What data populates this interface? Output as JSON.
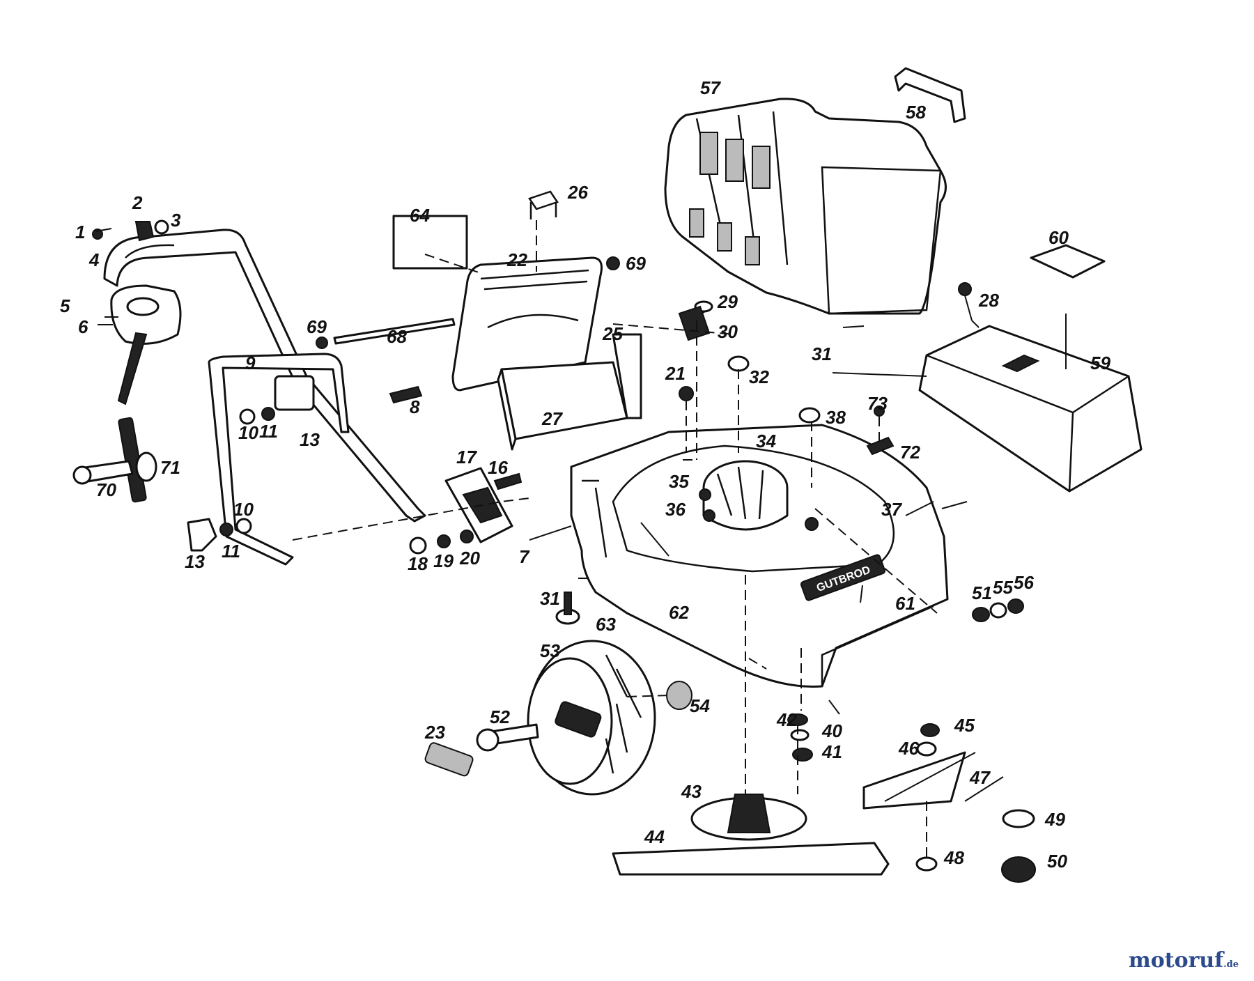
{
  "parts": [
    {
      "id": "1",
      "label": "1"
    },
    {
      "id": "2",
      "label": "2"
    },
    {
      "id": "3",
      "label": "3"
    },
    {
      "id": "4",
      "label": "4"
    },
    {
      "id": "5",
      "label": "5"
    },
    {
      "id": "6",
      "label": "6"
    },
    {
      "id": "7",
      "label": "7"
    },
    {
      "id": "8",
      "label": "8"
    },
    {
      "id": "9",
      "label": "9"
    },
    {
      "id": "10a",
      "label": "10"
    },
    {
      "id": "10b",
      "label": "10"
    },
    {
      "id": "11a",
      "label": "11"
    },
    {
      "id": "11b",
      "label": "11"
    },
    {
      "id": "13a",
      "label": "13"
    },
    {
      "id": "13b",
      "label": "13"
    },
    {
      "id": "16",
      "label": "16"
    },
    {
      "id": "17",
      "label": "17"
    },
    {
      "id": "18",
      "label": "18"
    },
    {
      "id": "19",
      "label": "19"
    },
    {
      "id": "20",
      "label": "20"
    },
    {
      "id": "21",
      "label": "21"
    },
    {
      "id": "22",
      "label": "22"
    },
    {
      "id": "23",
      "label": "23"
    },
    {
      "id": "25",
      "label": "25"
    },
    {
      "id": "26",
      "label": "26"
    },
    {
      "id": "27",
      "label": "27"
    },
    {
      "id": "28",
      "label": "28"
    },
    {
      "id": "29",
      "label": "29"
    },
    {
      "id": "30",
      "label": "30"
    },
    {
      "id": "31a",
      "label": "31"
    },
    {
      "id": "31b",
      "label": "31"
    },
    {
      "id": "32",
      "label": "32"
    },
    {
      "id": "34",
      "label": "34"
    },
    {
      "id": "35",
      "label": "35"
    },
    {
      "id": "36",
      "label": "36"
    },
    {
      "id": "37",
      "label": "37"
    },
    {
      "id": "38",
      "label": "38"
    },
    {
      "id": "40",
      "label": "40"
    },
    {
      "id": "41",
      "label": "41"
    },
    {
      "id": "42",
      "label": "42"
    },
    {
      "id": "43",
      "label": "43"
    },
    {
      "id": "44",
      "label": "44"
    },
    {
      "id": "45",
      "label": "45"
    },
    {
      "id": "46",
      "label": "46"
    },
    {
      "id": "47",
      "label": "47"
    },
    {
      "id": "48",
      "label": "48"
    },
    {
      "id": "49",
      "label": "49"
    },
    {
      "id": "50",
      "label": "50"
    },
    {
      "id": "51",
      "label": "51"
    },
    {
      "id": "52",
      "label": "52"
    },
    {
      "id": "53",
      "label": "53"
    },
    {
      "id": "54",
      "label": "54"
    },
    {
      "id": "55",
      "label": "55"
    },
    {
      "id": "56",
      "label": "56"
    },
    {
      "id": "57",
      "label": "57"
    },
    {
      "id": "58",
      "label": "58"
    },
    {
      "id": "59",
      "label": "59"
    },
    {
      "id": "60",
      "label": "60"
    },
    {
      "id": "61",
      "label": "61"
    },
    {
      "id": "62",
      "label": "62"
    },
    {
      "id": "63",
      "label": "63"
    },
    {
      "id": "64",
      "label": "64"
    },
    {
      "id": "68",
      "label": "68"
    },
    {
      "id": "69a",
      "label": "69"
    },
    {
      "id": "69b",
      "label": "69"
    },
    {
      "id": "70",
      "label": "70"
    },
    {
      "id": "71",
      "label": "71"
    },
    {
      "id": "72",
      "label": "72"
    },
    {
      "id": "73",
      "label": "73"
    }
  ],
  "housing_brand": "GUTBROD",
  "watermark": {
    "main": "motoruf",
    "suffix": ".de"
  }
}
